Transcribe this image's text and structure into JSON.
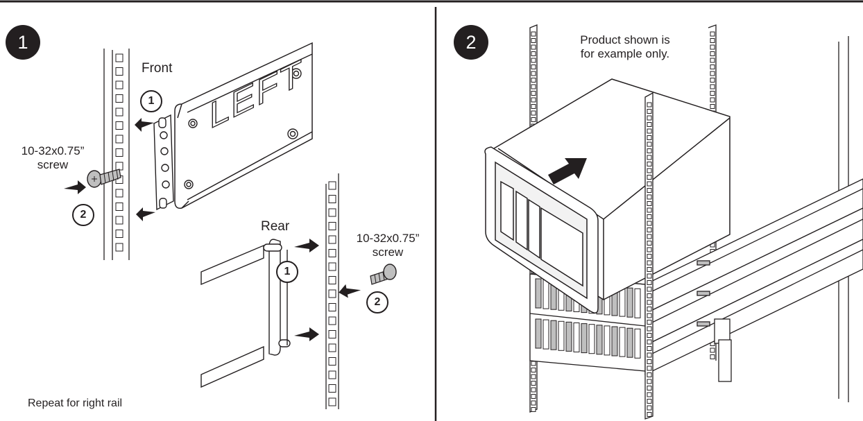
{
  "step1": {
    "badge": "1",
    "front_label": "Front",
    "rear_label": "Rear",
    "rail_text": "LEFT",
    "front_screw_label_line1": "10-32x0.75”",
    "front_screw_label_line2": "screw",
    "rear_screw_label_line1": "10-32x0.75”",
    "rear_screw_label_line2": "screw",
    "callout_1": "1",
    "callout_2": "2",
    "footnote": "Repeat for right rail"
  },
  "step2": {
    "badge": "2",
    "note_line1": "Product shown is",
    "note_line2": "for example only."
  },
  "colors": {
    "ink": "#231f20",
    "fill_light": "#f2f2f2",
    "fill_mid": "#bfbfbf",
    "paper": "#ffffff"
  },
  "icons": {
    "arrow": "push-arrow-icon",
    "screw": "screw-icon"
  }
}
